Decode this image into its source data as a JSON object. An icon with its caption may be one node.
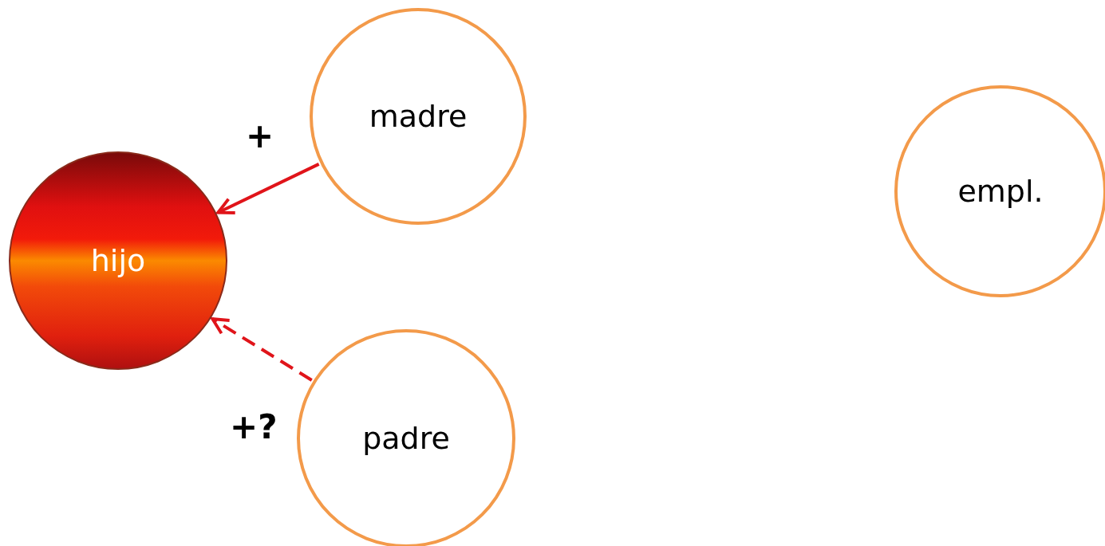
{
  "diagram": {
    "nodes": [
      {
        "text": [
          "hijo"
        ]
      },
      {
        "text": [
          "madre"
        ]
      },
      {
        "text": [
          "padre"
        ]
      },
      {
        "text": [
          "empl."
        ]
      }
    ],
    "edges": [
      {
        "from": 1,
        "to": 0,
        "arrow": "to",
        "label": "+"
      },
      {
        "from": 2,
        "to": 0,
        "arrow": "to",
        "label": "+?",
        "style": "dashed"
      }
    ]
  }
}
